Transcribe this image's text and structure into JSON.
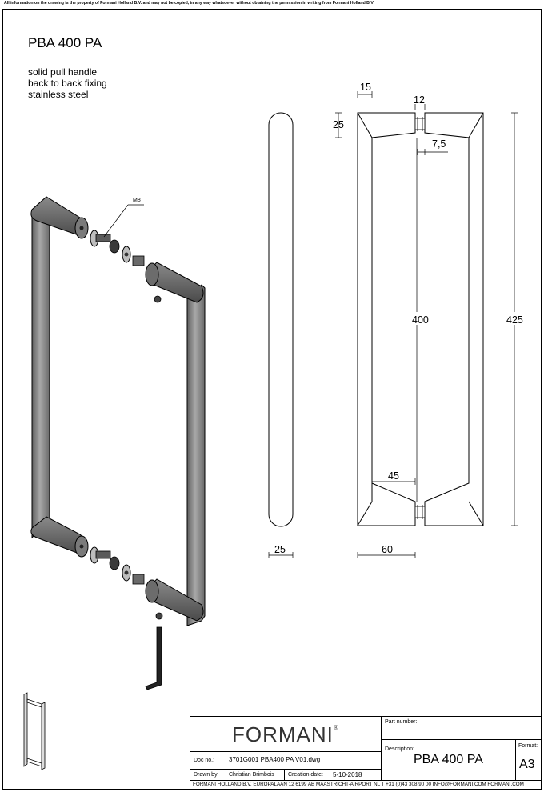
{
  "notice": "All information on the drawing is the property of Formani Holland B.V. and may not be copied, in any way whatsoever without obtaining the permission in writing from Formani Holland B.V",
  "title": "PBA 400 PA",
  "description": [
    "solid pull handle",
    "back to back fixing",
    "stainless steel"
  ],
  "exploded_view": {
    "callout": "M8"
  },
  "dimensions": {
    "d15": "15",
    "d12": "12",
    "d25_top": "25",
    "d7_5": "7,5",
    "d400": "400",
    "d425": "425",
    "d45": "45",
    "d25_bottom": "25",
    "d60": "60"
  },
  "title_block": {
    "logo": "FORMANI",
    "logo_mark": "®",
    "part_number_label": "Part number:",
    "description_label": "Description:",
    "description_value": "PBA 400 PA",
    "format_label": "Format:",
    "format_value": "A3",
    "doc_no_label": "Doc no.:",
    "doc_no_value": "3701G001 PBA400 PA V01.dwg",
    "drawn_by_label": "Drawn by:",
    "drawn_by_value": "Christian Brimbois",
    "creation_date_label": "Creation date:",
    "creation_date_value": "5-10-2018",
    "footer": "FORMANI HOLLAND B.V.  EUROPALAAN 12  6199 AB MAASTRICHT-AIRPORT NL  T +31 (0)43 308 90 00 INFO@FORMANI.COM FORMANI.COM"
  }
}
